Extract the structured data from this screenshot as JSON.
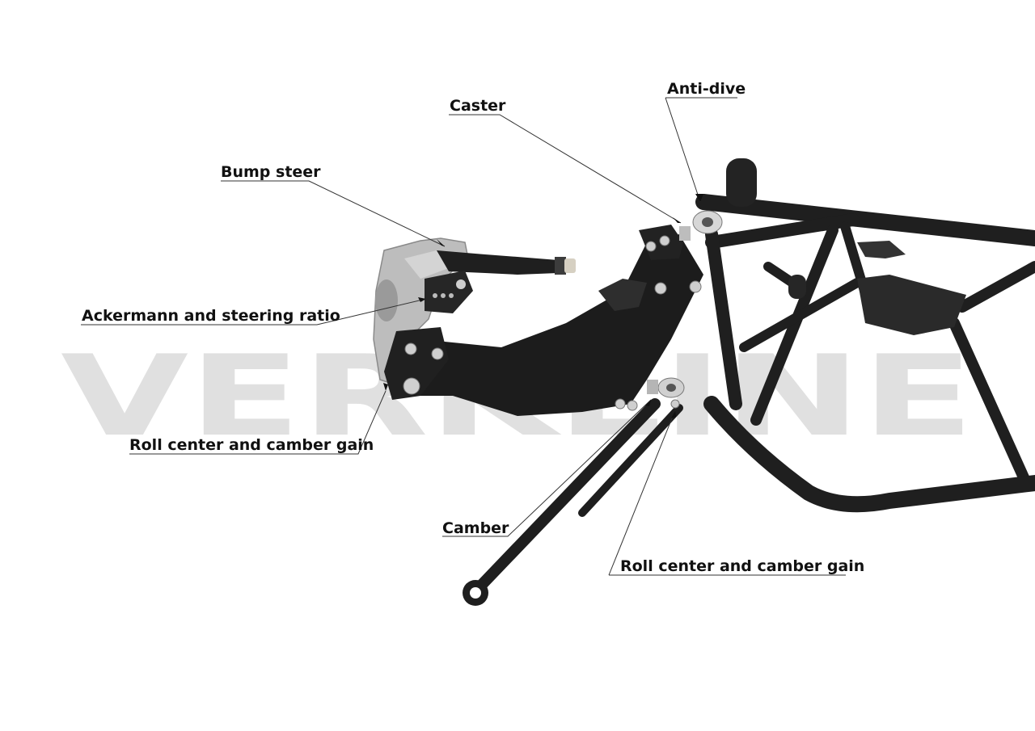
{
  "watermark": {
    "text": "VERKLINE"
  },
  "callouts": {
    "anti_dive": "Anti-dive",
    "caster": "Caster",
    "bump_steer": "Bump steer",
    "ackermann": "Ackermann and steering ratio",
    "roll_center_left": "Roll center and camber gain",
    "camber": "Camber",
    "roll_center_right": "Roll center and camber gain"
  },
  "colors": {
    "frame": "#1f1f1f",
    "frame_highlight": "#3a3a3a",
    "knuckle": "#b9b9b9",
    "watermark": "#cfcfcf",
    "leader": "#333333"
  }
}
